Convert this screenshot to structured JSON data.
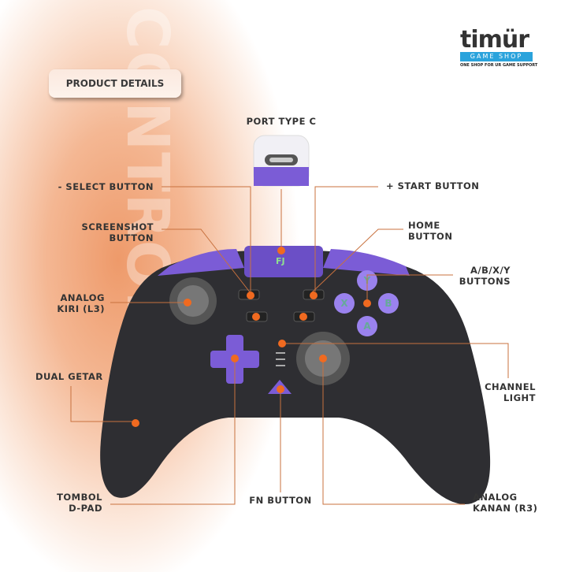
{
  "watermark": "CONTROLLER",
  "badge": "PRODUCT DETAILS",
  "logo": {
    "name": "timür",
    "band": "GAME SHOP",
    "tagline": "ONE SHOP FOR UR GAME SUPPORT"
  },
  "labels": {
    "port": "PORT TYPE C",
    "select": "-  SELECT BUTTON",
    "start": "+ START BUTTON",
    "screenshot": [
      "SCREENSHOT",
      "BUTTON"
    ],
    "home": [
      "HOME",
      "BUTTON"
    ],
    "abxy": [
      "A/B/X/Y",
      "BUTTONS"
    ],
    "l3": [
      "ANALOG",
      "KIRI (L3)"
    ],
    "dual": "DUAL GETAR",
    "channel": [
      "CHANNEL",
      "LIGHT"
    ],
    "dpad": [
      "TOMBOL",
      "D-PAD"
    ],
    "fn": "FN BUTTON",
    "r3": [
      "ANALOG",
      "KANAN (R3)"
    ]
  },
  "buttons": {
    "x": "X",
    "y": "Y",
    "a": "A",
    "b": "B"
  },
  "colors": {
    "accent": "#e8652a",
    "purple": "#7b5cd6",
    "body": "#2e2e32",
    "line": "#c8713e"
  }
}
